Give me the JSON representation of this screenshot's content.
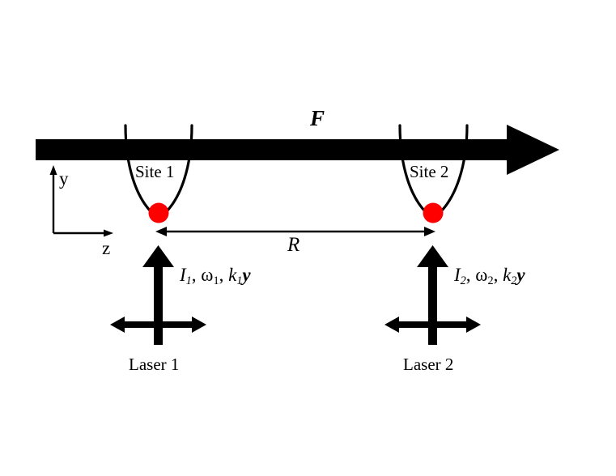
{
  "figure": {
    "title": "Two-site optical lattice with two lasers",
    "background_color": "#ffffff",
    "ink_color": "#000000",
    "atom_color": "#FF0000"
  },
  "force_arrow": {
    "label": "F",
    "description": "thick horizontal arrow pointing right"
  },
  "sites": [
    {
      "label": "Site 1",
      "atom": "red-atom"
    },
    {
      "label": "Site 2",
      "atom": "red-atom"
    }
  ],
  "separation": {
    "label": "R",
    "description": "double-headed arrow between site 1 and site 2 atoms"
  },
  "axes": {
    "vertical_label": "y",
    "horizontal_label": "z"
  },
  "lasers": [
    {
      "name": "Laser 1",
      "intensity": "I",
      "intensity_sub": "1",
      "frequency": "ω",
      "frequency_sub": "1",
      "wavevector": "k",
      "wavevector_sub": "1",
      "polarization": "y",
      "separator": ", "
    },
    {
      "name": "Laser 2",
      "intensity": "I",
      "intensity_sub": "2",
      "frequency": "ω",
      "frequency_sub": "2",
      "wavevector": "k",
      "wavevector_sub": "2",
      "polarization": "y",
      "separator": ", "
    }
  ]
}
